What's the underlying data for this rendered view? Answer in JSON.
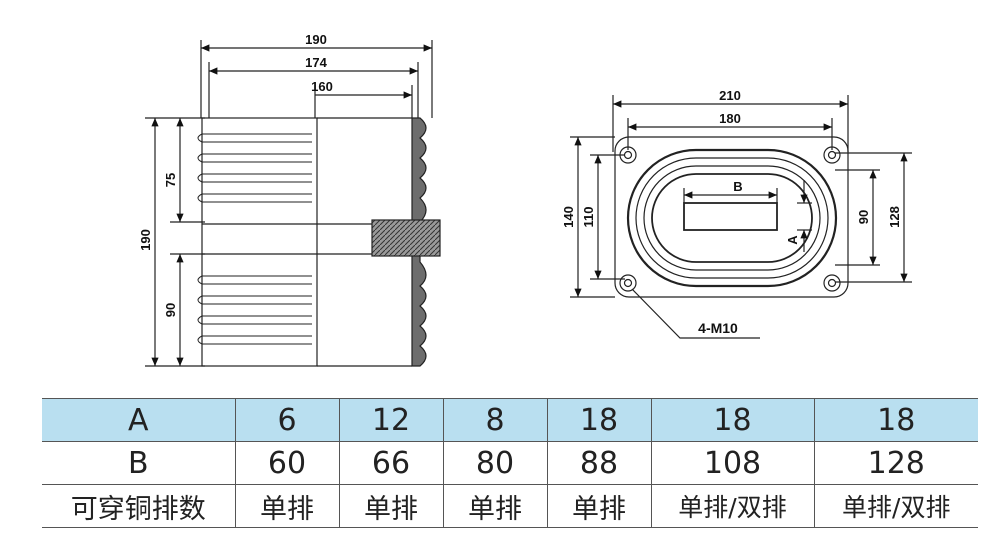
{
  "drawing": {
    "side_view": {
      "top_dims": [
        "190",
        "174",
        "160"
      ],
      "left_dims": [
        "190",
        "75",
        "90"
      ]
    },
    "front_view": {
      "top_dims": [
        "210",
        "180"
      ],
      "left_dims": [
        "140",
        "110"
      ],
      "right_dims": [
        "90",
        "128"
      ],
      "labels": [
        "B",
        "A"
      ],
      "bolt_callout": "4-M10"
    }
  },
  "table": {
    "rows": [
      {
        "header": "A",
        "values": [
          "6",
          "12",
          "8",
          "18",
          "18",
          "18"
        ]
      },
      {
        "header": "B",
        "values": [
          "60",
          "66",
          "80",
          "88",
          "108",
          "128"
        ]
      },
      {
        "header": "可穿铜排数",
        "values": [
          "单排",
          "单排",
          "单排",
          "单排",
          "单排/双排",
          "单排/双排"
        ]
      }
    ]
  },
  "colors": {
    "table_header_row": "#b9dff0",
    "line": "#222222"
  }
}
